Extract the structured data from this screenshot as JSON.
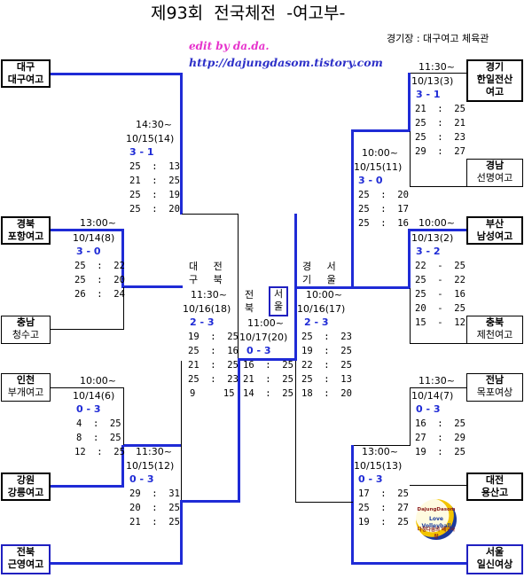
{
  "title": "제93회  전국체전  -여고부-",
  "venue": "경기장 : 대구여고 체육관",
  "edit": "edit by da.da.",
  "url": "http://dajungdasom.tistory.com",
  "ball": {
    "top": "DajungDasom",
    "mid": "Love Volleyball",
    "bottom": "다정다솜의 배구사랑"
  },
  "teams": {
    "daegu": [
      "대구",
      "대구여고"
    ],
    "gyeongbuk": [
      "경북",
      "포항여고"
    ],
    "chungnam": [
      "충남",
      "청수고"
    ],
    "incheon": [
      "인천",
      "부개여고"
    ],
    "gangwon": [
      "강원",
      "강릉여고"
    ],
    "jeonbuk": [
      "전북",
      "근영여고"
    ],
    "gyeonggi": [
      "경기",
      "한일전산",
      "여고"
    ],
    "gyeongnam": [
      "경남",
      "선명여고"
    ],
    "busan": [
      "부산",
      "남성여고"
    ],
    "chungbuk": [
      "충북",
      "제천여고"
    ],
    "jeonnam": [
      "전남",
      "목포여상"
    ],
    "daejeon": [
      "대전",
      "용산고"
    ],
    "seoul": [
      "서울",
      "일신여상"
    ]
  },
  "matches": {
    "m6": {
      "time": "10:00~",
      "date": "10/14(6)",
      "result": "0 - 3",
      "sets": [
        "4  :  25",
        "8  :  25",
        "12  :  25"
      ]
    },
    "m8": {
      "time": "13:00~",
      "date": "10/14(8)",
      "result": "3 - 0",
      "sets": [
        "25  :  22",
        "25  :  20",
        "26  :  24"
      ]
    },
    "m12": {
      "time": "11:30~",
      "date": "10/15(12)",
      "result": "0 - 3",
      "sets": [
        "29  :  31",
        "20  :  25",
        "21  :  25"
      ]
    },
    "m14": {
      "time": "14:30~",
      "date": "10/15(14)",
      "result": "3 - 1",
      "sets": [
        "25  :  13",
        "21  :  25",
        "25  :  19",
        "25  :  20"
      ]
    },
    "m3": {
      "time": "11:30~",
      "date": "10/13(3)",
      "result": "3 - 1",
      "sets": [
        "21  :  25",
        "25  :  21",
        "25  :  23",
        "29  :  27"
      ]
    },
    "m2": {
      "time": "10:00~",
      "date": "10/13(2)",
      "result": "3 - 2",
      "sets": [
        "22  -  25",
        "25  -  22",
        "25  -  16",
        "20  -  25",
        "15  -  12"
      ]
    },
    "m11": {
      "time": "10:00~",
      "date": "10/15(11)",
      "result": "3 - 0",
      "sets": [
        "25  :  20",
        "25  :  17",
        "25  :  16"
      ]
    },
    "m7": {
      "time": "11:30~",
      "date": "10/14(7)",
      "result": "0 - 3",
      "sets": [
        "16  :  25",
        "27  :  29",
        "19  :  25"
      ]
    },
    "m13": {
      "time": "13:00~",
      "date": "10/15(13)",
      "result": "0 - 3",
      "sets": [
        "17  :  25",
        "25  :  27",
        "19  :  25"
      ]
    },
    "m18": {
      "label_a": "대     전",
      "label_b": "구     북",
      "time": "11:30~",
      "date": "10/16(18)",
      "result": "2 - 3",
      "sets": [
        "19  :  25",
        "25  :  16",
        "21  :  25",
        "25  :  23",
        "9     15"
      ]
    },
    "m17": {
      "label_a": "경     서",
      "label_b": "기     울",
      "time": "10:00~",
      "date": "10/16(17)",
      "result": "2 - 3",
      "sets": [
        "25  :  23",
        "19  :  25",
        "22  :  25",
        "25  :  13",
        "18  :  20"
      ]
    },
    "m20": {
      "time": "11:00~",
      "date": "10/17(20)",
      "result": "0 - 3",
      "sets": [
        "16  :  25",
        "21  :  25",
        "14  :  25"
      ]
    }
  },
  "final": {
    "left_a": "전",
    "left_b": "북",
    "right_a": "서",
    "right_b": "울"
  }
}
